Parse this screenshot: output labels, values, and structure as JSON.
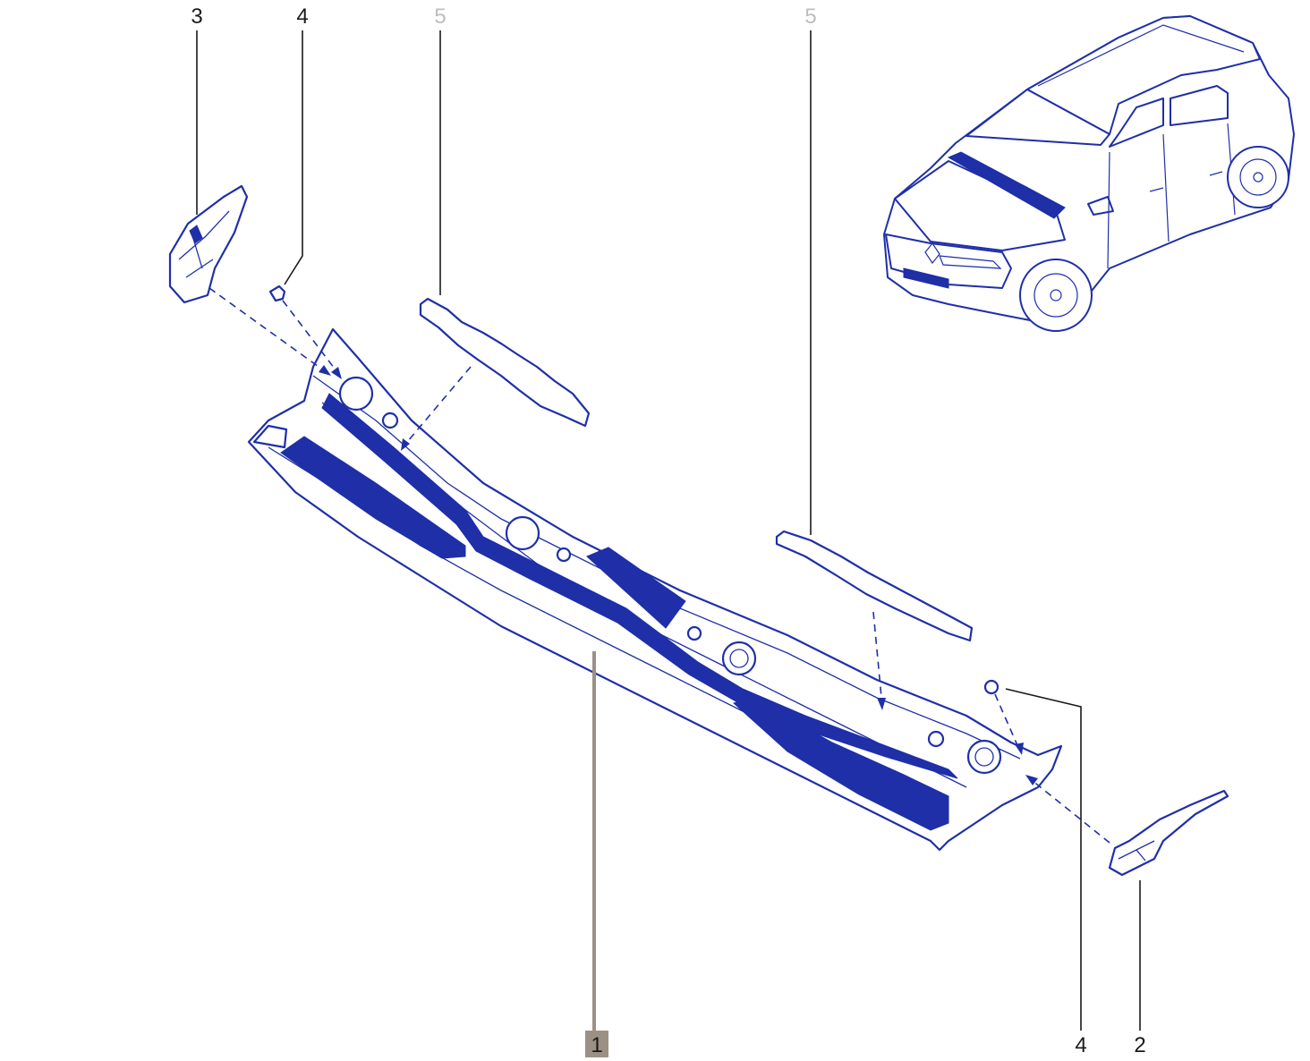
{
  "colors": {
    "line": "#1f2fa8",
    "callout_text": "#1a1a1a",
    "callout_muted": "#bdbdbd",
    "callout_highlight_box": "#9c9084",
    "background": "#ffffff"
  },
  "callouts": {
    "part_3": "3",
    "part_4_left": "4",
    "part_5_left": "5",
    "part_5_right": "5",
    "part_1": "1",
    "part_4_right": "4",
    "part_2": "2"
  },
  "parts": [
    {
      "ref": "1",
      "icon": "windscreen-scuttle-panel"
    },
    {
      "ref": "2",
      "icon": "right-end-trim"
    },
    {
      "ref": "3",
      "icon": "left-end-trim"
    },
    {
      "ref": "4",
      "icon": "clip-fastener"
    },
    {
      "ref": "5",
      "icon": "foam-seal-strip"
    }
  ],
  "highlighted_ref": "1",
  "muted_refs": [
    "5 (left)"
  ],
  "reference_image": "car-location-icon"
}
